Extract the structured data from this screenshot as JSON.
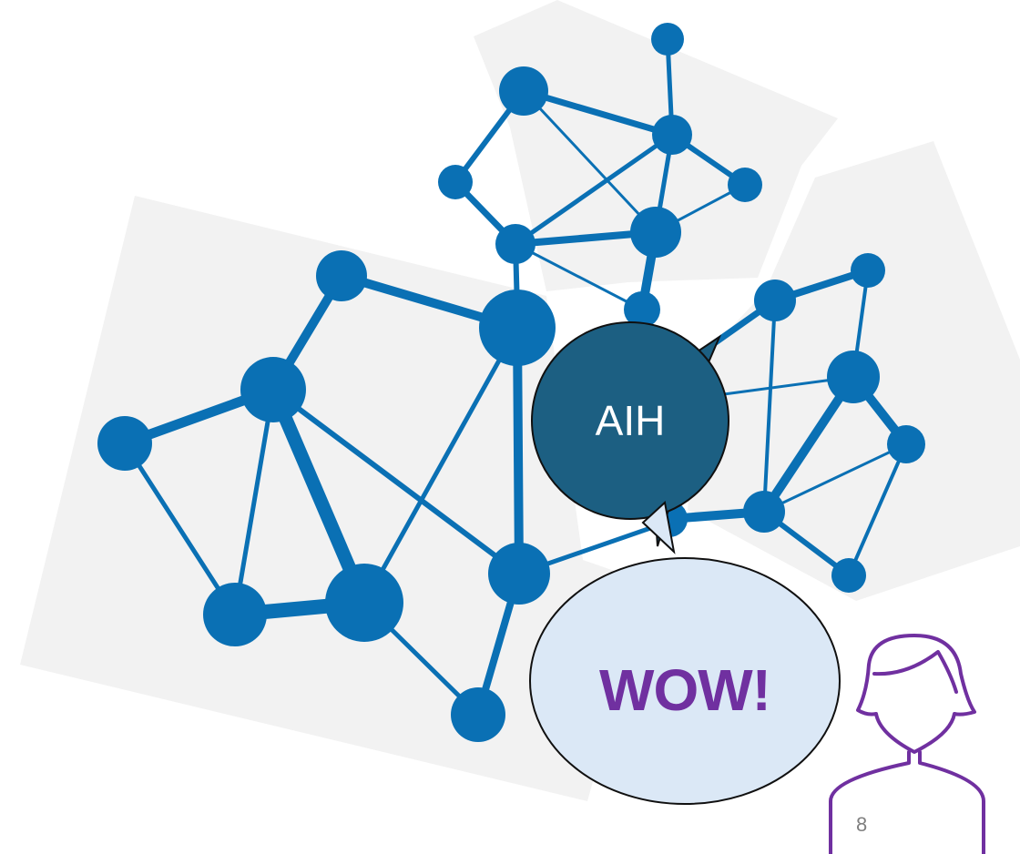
{
  "bubbles": {
    "aih_label": "AIH",
    "wow_label": "WOW!"
  },
  "slide": {
    "number": "8"
  },
  "colors": {
    "network_blue": "#0a70b4",
    "card_gray": "#f2f2f2",
    "aih_fill": "#1c5f82",
    "wow_fill": "#dbe8f6",
    "wow_text": "#7030a0",
    "person_outline": "#7030a0"
  },
  "icons": {
    "person": "person-icon"
  }
}
